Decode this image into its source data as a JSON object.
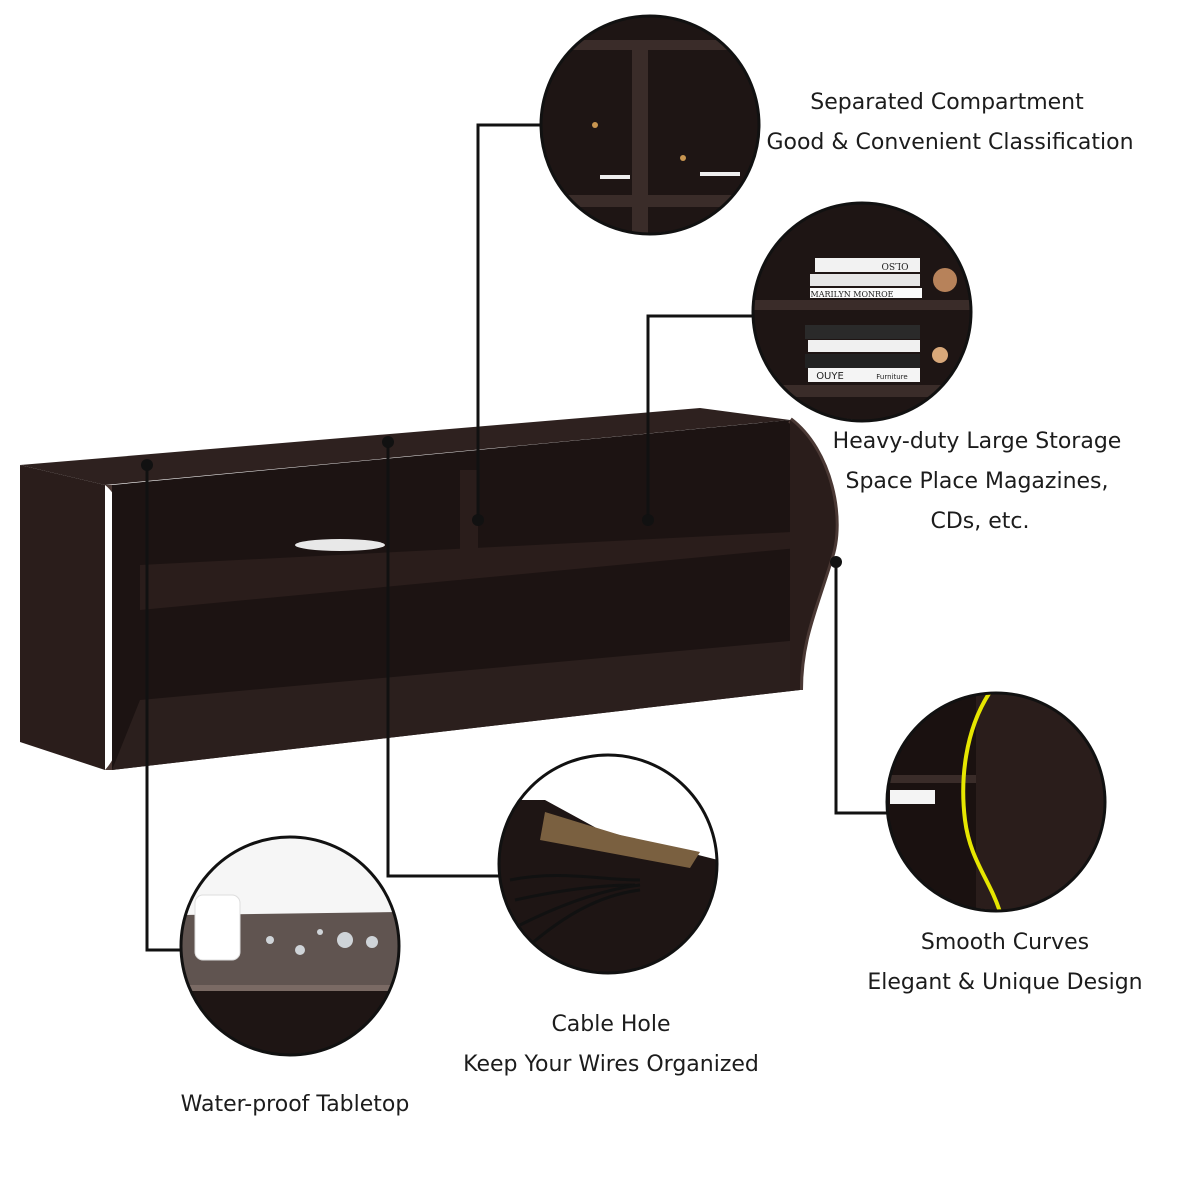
{
  "features": [
    {
      "name": "separated-compartment",
      "lines": [
        "Separated Compartment",
        "Good & Convenient Classification"
      ]
    },
    {
      "name": "large-storage",
      "lines": [
        "Heavy-duty Large Storage",
        "Space Place Magazines,",
        "CDs, etc."
      ]
    },
    {
      "name": "smooth-curves",
      "lines": [
        "Smooth Curves",
        "Elegant & Unique Design"
      ]
    },
    {
      "name": "cable-hole",
      "lines": [
        "Cable Hole",
        "Keep Your Wires Organized"
      ]
    },
    {
      "name": "waterproof",
      "lines": [
        "Water-proof Tabletop"
      ]
    }
  ],
  "product_photo_lettering": [
    "MARILYN MONROE",
    "OLSO",
    "OUYE",
    "Furniture"
  ],
  "colors": {
    "wood": "#2a1d1b",
    "wood_dark": "#1a1110",
    "edge": "#4a3834",
    "callout_line": "#111111",
    "highlight": "#e6e600"
  }
}
